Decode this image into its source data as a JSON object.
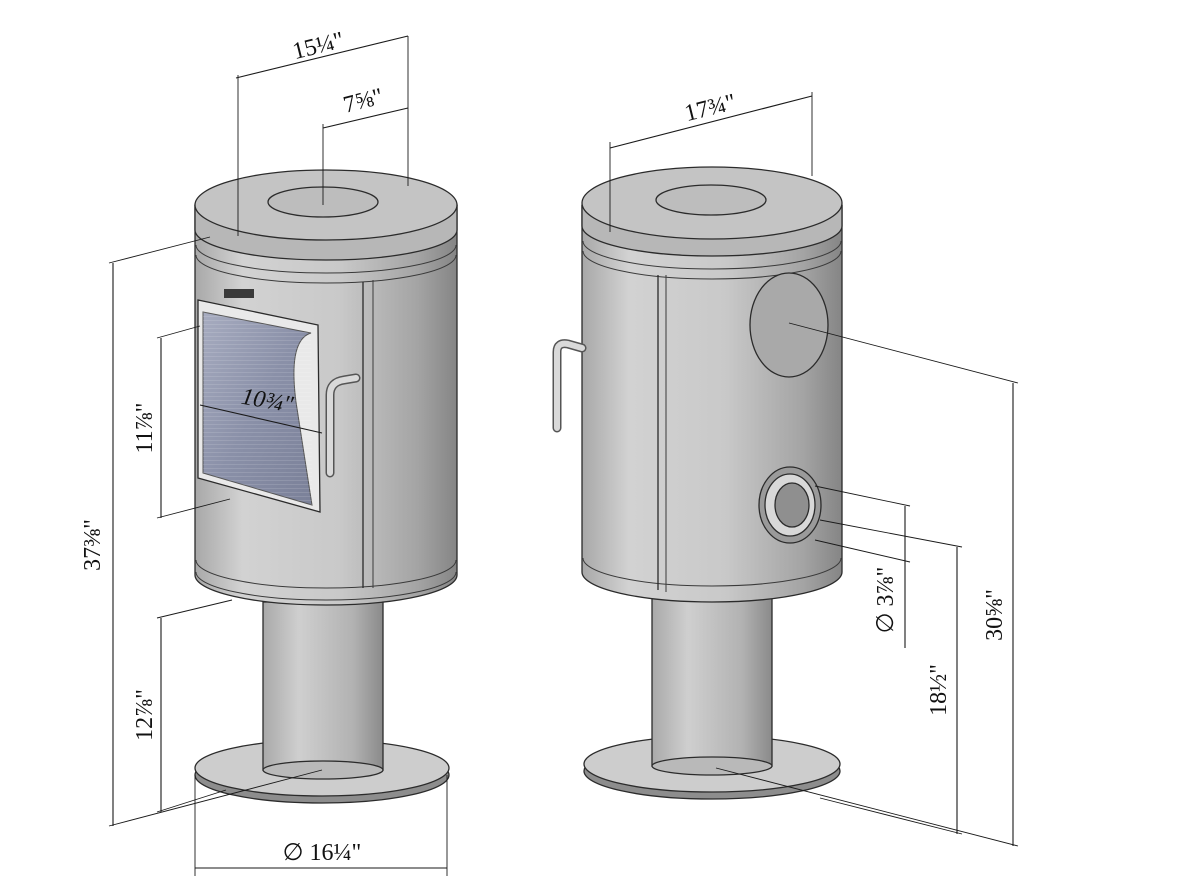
{
  "dimensions": {
    "top_depth": "15¼\"",
    "flue_offset": "7⅝\"",
    "side_width": "17¾\"",
    "overall_height": "37⅜\"",
    "glass_height": "11⅞\"",
    "glass_width": "10¾\"",
    "pedestal_height": "12⅞\"",
    "base_diameter": "∅ 16¼\"",
    "air_inlet_diameter": "∅ 3⅞\"",
    "air_inlet_height": "18½\"",
    "rear_outlet_height": "30⅝\""
  },
  "colors": {
    "metal": "#c9c9c9",
    "metal_dark": "#9a9a9a",
    "glass": "#8e95ad",
    "outline": "#2b2b2b"
  }
}
